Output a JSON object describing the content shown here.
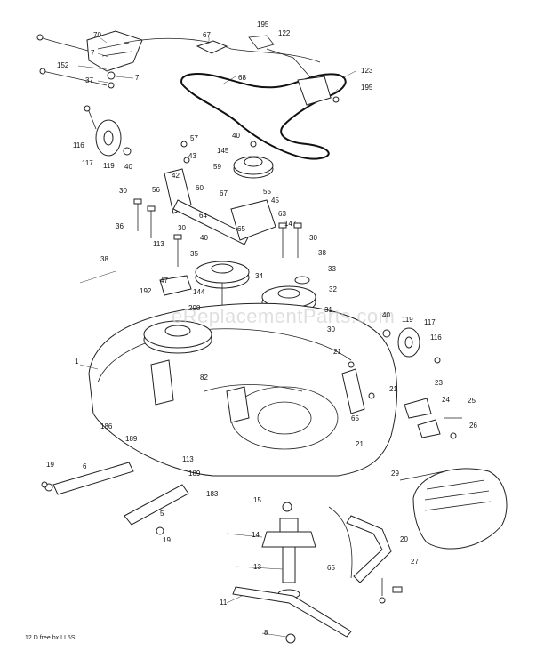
{
  "labels": [
    "70",
    "67",
    "195",
    "122",
    "152",
    "7",
    "7",
    "37",
    "68",
    "123",
    "195",
    "116",
    "117",
    "119",
    "40",
    "40",
    "145",
    "57",
    "43",
    "42",
    "59",
    "56",
    "60",
    "30",
    "67",
    "55",
    "45",
    "64",
    "63",
    "147",
    "36",
    "30",
    "65",
    "40",
    "113",
    "38",
    "30",
    "38",
    "35",
    "33",
    "47",
    "192",
    "144",
    "32",
    "34",
    "208",
    "31",
    "30",
    "1",
    "40",
    "119",
    "117",
    "116",
    "21",
    "82",
    "113",
    "186",
    "189",
    "21",
    "65",
    "23",
    "24",
    "25",
    "26",
    "21",
    "19",
    "6",
    "189",
    "183",
    "15",
    "29",
    "5",
    "19",
    "14",
    "20",
    "27",
    "13",
    "65",
    "11",
    "8"
  ],
  "watermark": "eReplacementParts.com",
  "footer": "12 D free bx LI 5S"
}
